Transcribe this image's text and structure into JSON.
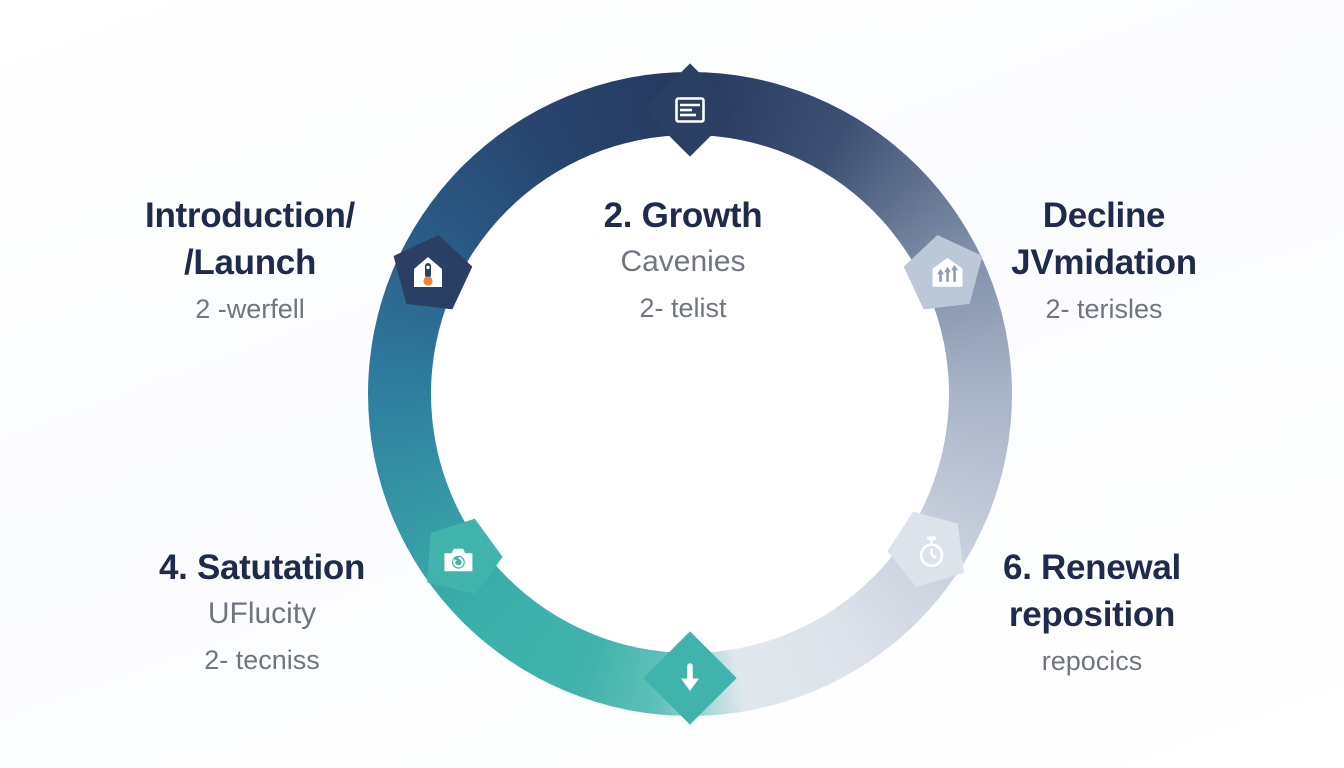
{
  "diagram": {
    "kind": "product-lifecycle-cycle",
    "direction": "clockwise"
  },
  "colors": {
    "navy": "#2b3e64",
    "ring_navy": "#27395f",
    "teal": "#3fb3ac",
    "light_blue_gray": "#bcc7d8",
    "very_light": "#dde3eb",
    "heading_text": "#1f2b4d",
    "subtitle_text": "#70757f",
    "orange_accent": "#ee8434",
    "white": "#ffffff"
  },
  "stages": [
    {
      "id": "introduction",
      "position": "upper-left",
      "title_lines": [
        "Introduction/",
        "/Launch"
      ],
      "subtitles": [
        "2 -werfell"
      ],
      "marker_icon": "launch-house-icon",
      "marker_color": "#2b3e64"
    },
    {
      "id": "growth",
      "position": "top-center",
      "title_lines": [
        "2. Growth"
      ],
      "subtitles": [
        "Cavenies",
        "2- telist"
      ],
      "marker_icon": "document-card-icon",
      "marker_color": "#2b3e64"
    },
    {
      "id": "decline",
      "position": "upper-right",
      "title_lines": [
        "Decline",
        "JVmidation"
      ],
      "subtitles": [
        "2- terisles"
      ],
      "marker_icon": "growth-bars-house-icon",
      "marker_color": "#bcc7d8"
    },
    {
      "id": "saturation",
      "position": "lower-left",
      "title_lines": [
        "4. Satutation"
      ],
      "subtitles": [
        "UFlucity",
        "2- tecniss"
      ],
      "marker_icon": "camera-refresh-icon",
      "marker_color": "#3fb3ac"
    },
    {
      "id": "renewal",
      "position": "lower-right",
      "title_lines": [
        "6. Renewal",
        "reposition"
      ],
      "subtitles": [
        "repocics"
      ],
      "marker_icon": "timer-icon",
      "marker_color": "#dde3eb"
    },
    {
      "id": "cycle-bottom",
      "position": "bottom-center",
      "title_lines": [],
      "subtitles": [],
      "marker_icon": "down-arrow-icon",
      "marker_color": "#3fb3ac"
    }
  ]
}
